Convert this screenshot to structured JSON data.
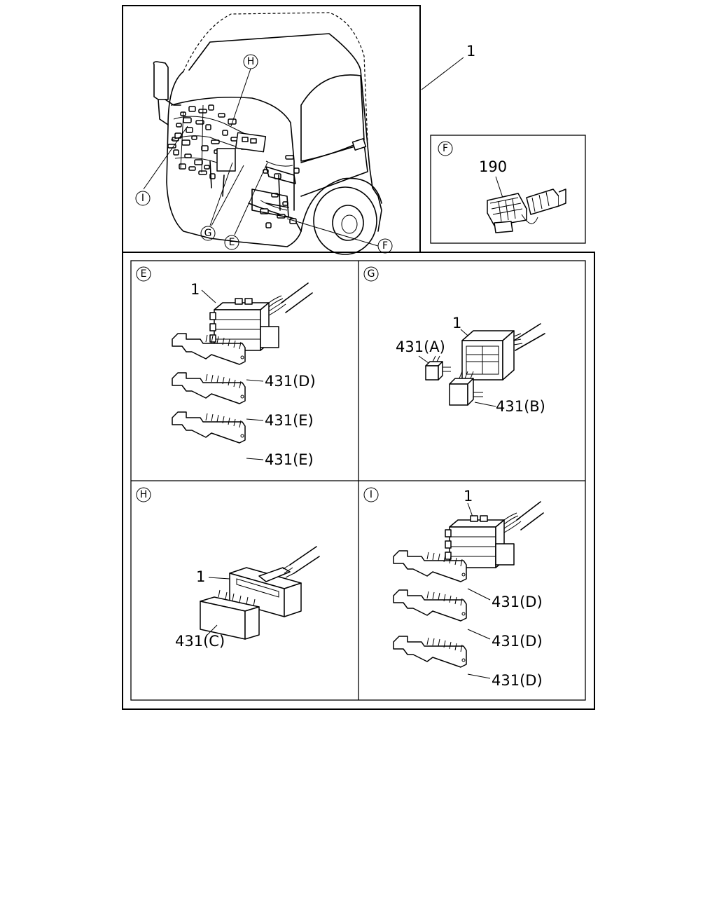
{
  "callouts": {
    "main_item": "1",
    "main_view": [
      "H",
      "I",
      "G",
      "E",
      "F"
    ]
  },
  "panels": {
    "F": {
      "letter": "F",
      "parts": [
        "190"
      ]
    },
    "E": {
      "letter": "E",
      "parts": [
        "1",
        "431(D)",
        "431(E)",
        "431(E)"
      ]
    },
    "G": {
      "letter": "G",
      "parts": [
        "1",
        "431(A)",
        "431(B)"
      ]
    },
    "H": {
      "letter": "H",
      "parts": [
        "1",
        "431(C)"
      ]
    },
    "I": {
      "letter": "I",
      "parts": [
        "1",
        "431(D)",
        "431(D)",
        "431(D)"
      ]
    }
  }
}
